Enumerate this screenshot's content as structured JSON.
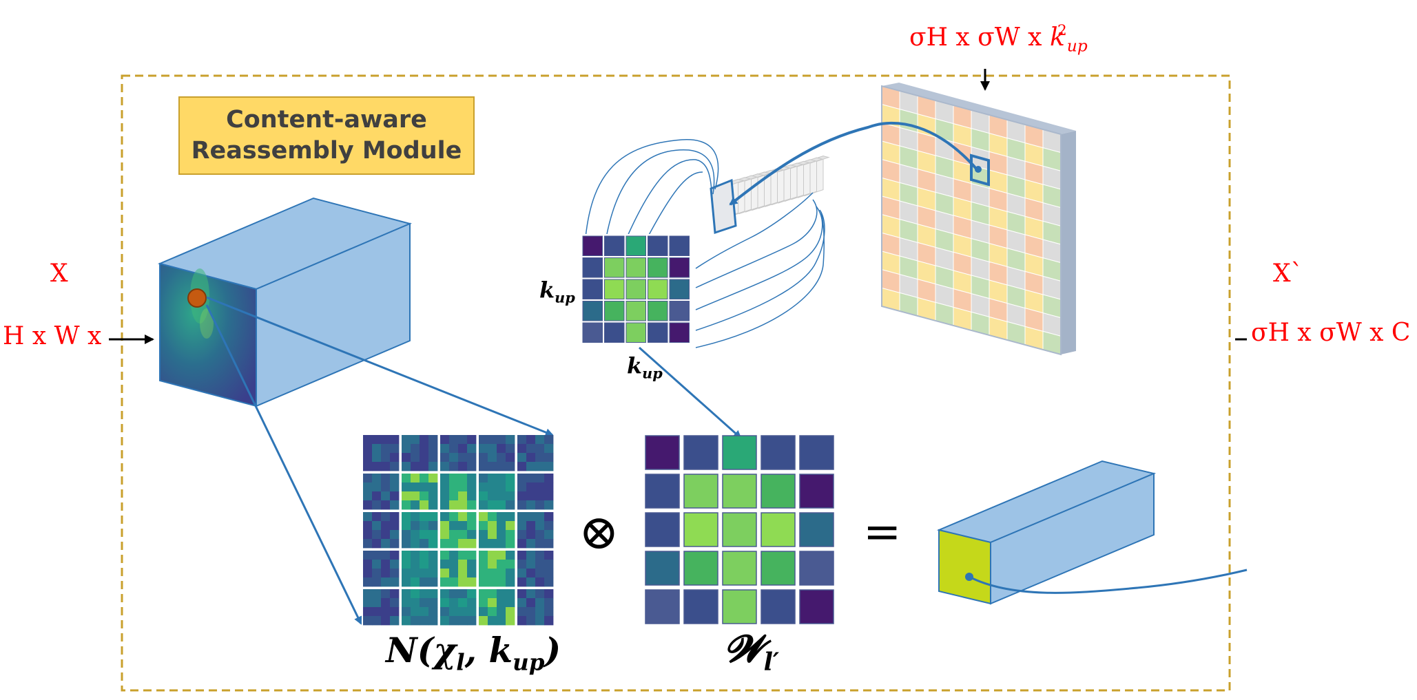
{
  "labels": {
    "input_name": "X",
    "input_dims": "H x W x",
    "output_name": "X`",
    "output_dims": "σH x σW x C",
    "kernel_dims_prefix": "σH x σW x ",
    "kernel_dims_k": "k",
    "kernel_dims_sub": "up",
    "kernel_dims_sup": "2"
  },
  "module_title": {
    "line1": "Content-aware",
    "line2": "Reassembly Module"
  },
  "math": {
    "k_base": "k",
    "k_sub": "up",
    "neighborhood_N": "N(",
    "neighborhood_chi": "χ",
    "neighborhood_chi_sub": "l",
    "neighborhood_comma": ", ",
    "neighborhood_k": "k",
    "neighborhood_k_sub": "up",
    "neighborhood_close": ")",
    "kernel_W": "𝓦",
    "kernel_W_sub": "l′",
    "otimes": "⊗",
    "equals": "="
  },
  "colors": {
    "frame": "#c9a02c",
    "arrow_blue": "#2e75b6",
    "cube_face": "#9dc3e6",
    "cube_edge": "#2e75b6",
    "label_red": "#ff0000",
    "title_fill": "#ffd966",
    "output_face": "#c5d81a"
  },
  "kernel_grid": [
    [
      "#45196e",
      "#3b4f8c",
      "#2aa876",
      "#3b4f8c",
      "#3b4f8c"
    ],
    [
      "#3b4f8c",
      "#7dcf5f",
      "#7dcf5f",
      "#46b35e",
      "#45196e"
    ],
    [
      "#3b4f8c",
      "#8fdb53",
      "#7dcf5f",
      "#8fdb53",
      "#2c6b8a"
    ],
    [
      "#2c6b8a",
      "#46b35e",
      "#7dcf5f",
      "#46b35e",
      "#4a5a92"
    ],
    [
      "#4a5a92",
      "#3b4f8c",
      "#7dcf5f",
      "#3b4f8c",
      "#45196e"
    ]
  ]
}
